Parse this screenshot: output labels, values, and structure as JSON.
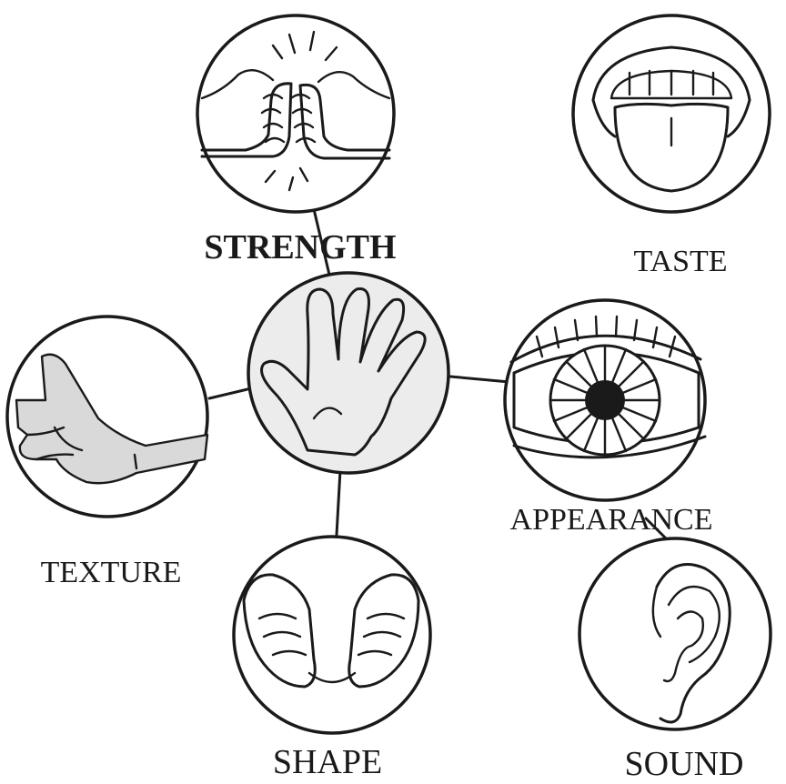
{
  "center_icon": "open-hand-icon",
  "senses": [
    {
      "key": "strength",
      "label": "STRENGTH",
      "icon": "fist-bump-icon"
    },
    {
      "key": "taste",
      "label": "TASTE",
      "icon": "mouth-tongue-icon"
    },
    {
      "key": "texture",
      "label": "TEXTURE",
      "icon": "touching-hand-icon"
    },
    {
      "key": "appearance",
      "label": "APPEARANCE",
      "icon": "eye-icon"
    },
    {
      "key": "shape",
      "label": "SHAPE",
      "icon": "cupped-hands-icon"
    },
    {
      "key": "sound",
      "label": "SOUND",
      "icon": "ear-icon"
    }
  ],
  "colors": {
    "ink": "#1a1a1a",
    "center_fill": "#ececec",
    "texture_fill": "#d9d9d9",
    "background": "#ffffff"
  }
}
